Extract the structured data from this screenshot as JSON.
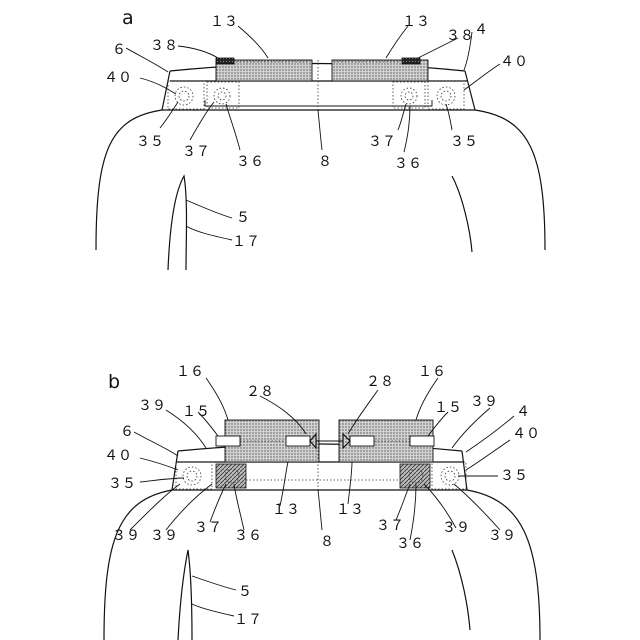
{
  "panel_a": {
    "label": "a",
    "refs": {
      "r13_left": "１３",
      "r13_right": "１３",
      "r38_left": "３８",
      "r38_right": "３８",
      "r4": "４",
      "r6": "６",
      "r40_left": "４０",
      "r40_right": "４０",
      "r35_left": "３５",
      "r35_right": "３５",
      "r37_left": "３７",
      "r37_right": "３７",
      "r36_left": "３６",
      "r36_right": "３６",
      "r8": "８",
      "r5": "５",
      "r17": "１７"
    }
  },
  "panel_b": {
    "label": "b",
    "refs": {
      "r16_left": "１６",
      "r16_right": "１６",
      "r28_left": "２８",
      "r28_right": "２８",
      "r39_tl": "３９",
      "r39_tr": "３９",
      "r15_left": "１５",
      "r15_right": "１５",
      "r4": "４",
      "r6": "６",
      "r40_left": "４０",
      "r40_right": "４０",
      "r35_left": "３５",
      "r35_right": "３５",
      "r39_bl1": "３９",
      "r39_bl2": "３９",
      "r37_left": "３７",
      "r37_right": "３７",
      "r36_left": "３６",
      "r36_right": "３６",
      "r13_left": "１３",
      "r13_right": "１３",
      "r8": "８",
      "r39_br1": "３９",
      "r39_br2": "３９",
      "r5": "５",
      "r17": "１７"
    }
  }
}
